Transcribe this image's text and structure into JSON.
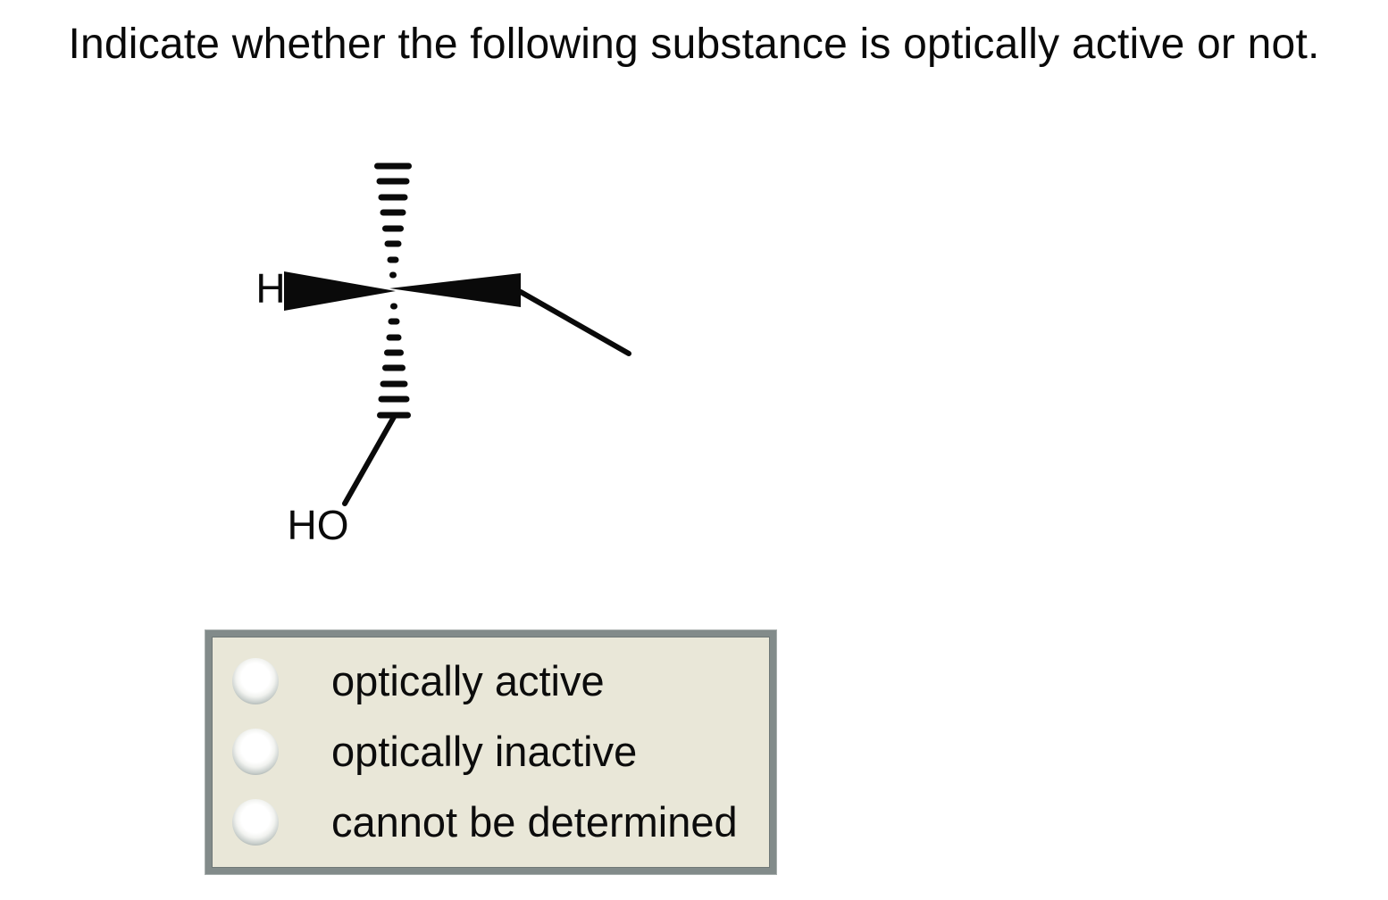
{
  "question": {
    "title": "Indicate whether the following substance is optically active or not."
  },
  "molecule": {
    "left_label": "H",
    "bottom_label": "HO",
    "bond_types": {
      "up": "hashed-wedge",
      "down": "hashed-wedge-to-OH",
      "left": "bold-wedge-to-H",
      "right": "bold-wedge-to-chain"
    }
  },
  "options": [
    {
      "label": "optically active",
      "selected": false
    },
    {
      "label": "optically inactive",
      "selected": false
    },
    {
      "label": "cannot be determined",
      "selected": false
    }
  ],
  "colors": {
    "page_bg": "#ffffff",
    "panel_bg": "#e9e7d8",
    "panel_border": "#828b8a",
    "ink": "#0a0a0a"
  }
}
